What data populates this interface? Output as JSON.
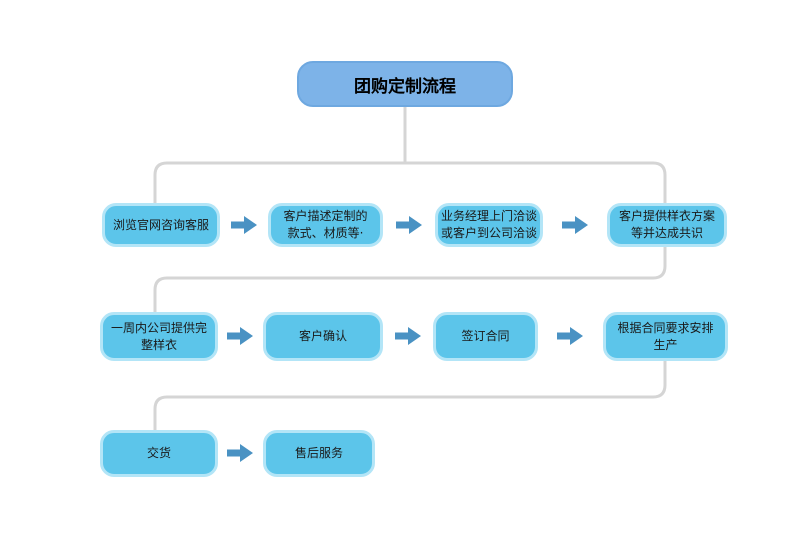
{
  "diagram": {
    "title": "团购定制流程",
    "flow": {
      "rows": [
        {
          "steps": [
            "浏览官网咨询客服",
            "客户描述定制的\n款式、材质等·",
            "业务经理上门洽谈\n或客户到公司洽谈",
            "客户提供样衣方案\n等并达成共识"
          ]
        },
        {
          "steps": [
            "一周内公司提供完\n整样衣",
            "客户确认",
            "签订合同",
            "根据合同要求安排\n生产"
          ]
        },
        {
          "steps": [
            "交货",
            "售后服务"
          ]
        }
      ]
    },
    "colors": {
      "title_box_fill": "#7db3e8",
      "title_box_border": "#6ea8e0",
      "step_box_fill": "#5cc5ea",
      "step_box_border": "#b3e5f7",
      "arrow": "#4a92c3",
      "connector": "#d5d5d5"
    }
  }
}
